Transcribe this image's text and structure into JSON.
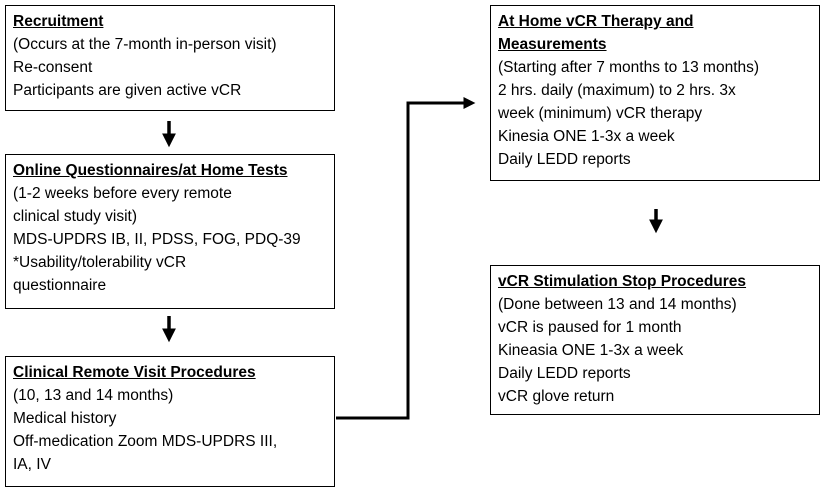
{
  "boxes": {
    "recruitment": {
      "title": "Recruitment",
      "lines": [
        "(Occurs at the 7-month in-person visit)",
        "Re-consent",
        "Participants are given active vCR"
      ]
    },
    "questionnaires": {
      "title": "Online Questionnaires/at Home Tests",
      "lines": [
        "(1-2 weeks before every remote",
        "clinical study visit)",
        "MDS-UPDRS IB, II, PDSS, FOG, PDQ-39",
        "*Usability/tolerability vCR",
        "questionnaire"
      ]
    },
    "remote_visit": {
      "title": "Clinical Remote Visit Procedures",
      "lines": [
        "(10, 13 and 14 months)",
        "Medical history",
        "Off-medication Zoom MDS-UPDRS III,",
        "IA, IV"
      ]
    },
    "home_therapy": {
      "title_lines": [
        "At Home vCR Therapy and",
        "Measurements"
      ],
      "lines": [
        "(Starting after 7 months to 13 months)",
        "2 hrs. daily (maximum) to 2 hrs. 3x",
        "week (minimum) vCR therapy",
        "Kinesia ONE 1-3x a week",
        "Daily LEDD reports"
      ]
    },
    "stop_procedures": {
      "title": "vCR Stimulation Stop Procedures",
      "lines": [
        "(Done between 13 and 14 months)",
        "vCR is paused for 1 month",
        "Kineasia ONE 1-3x a week",
        "Daily LEDD reports",
        "vCR glove return"
      ]
    }
  },
  "colors": {
    "box_border": "#000000",
    "arrow": "#000000",
    "text": "#000000"
  }
}
